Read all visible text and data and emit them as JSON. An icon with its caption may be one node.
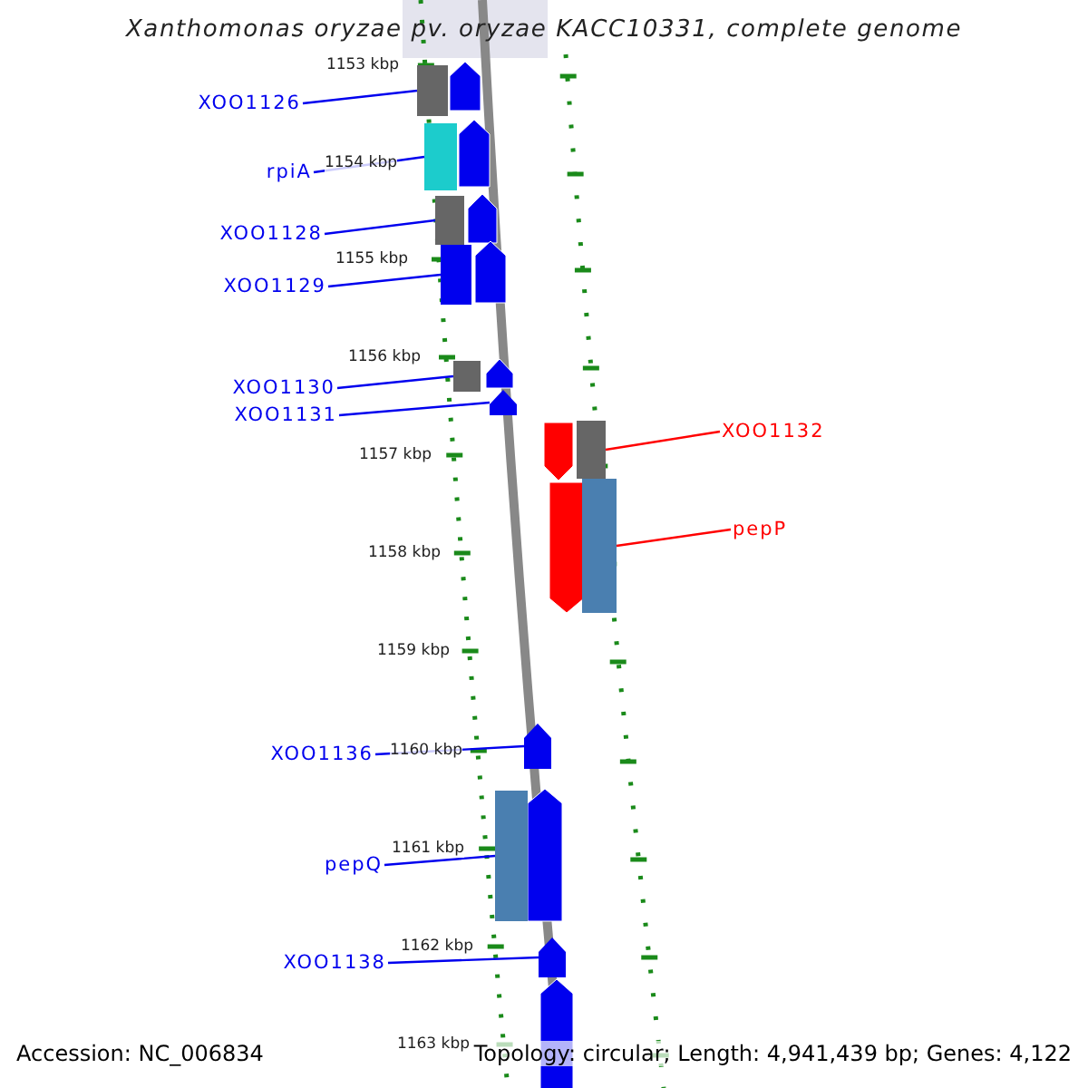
{
  "diagram": {
    "title": "Xanthomonas oryzae pv. oryzae KACC10331, complete genome",
    "nodes": [
      {
        "text": [
          "XOO1126"
        ]
      },
      {
        "text": [],
        "shape": "box"
      },
      {
        "text": [
          "rpiA"
        ]
      },
      {
        "text": [],
        "shape": "box"
      },
      {
        "text": [
          "XOO1128"
        ]
      },
      {
        "text": [],
        "shape": "box"
      },
      {
        "text": [
          "XOO1129"
        ]
      },
      {
        "text": [],
        "shape": "box"
      },
      {
        "text": [
          "XOO1130"
        ]
      },
      {
        "text": [],
        "shape": "box"
      },
      {
        "text": [
          "XOO1131"
        ]
      },
      {
        "text": [],
        "shape": "arrow"
      },
      {
        "text": [
          "XOO1132"
        ]
      },
      {
        "text": [],
        "shape": "box"
      },
      {
        "text": [
          "pepP"
        ]
      },
      {
        "text": [],
        "shape": "box"
      },
      {
        "text": [
          "XOO1136"
        ]
      },
      {
        "text": [],
        "shape": "arrow"
      },
      {
        "text": [
          "pepQ"
        ]
      },
      {
        "text": [],
        "shape": "box"
      },
      {
        "text": [
          "XOO1138"
        ]
      },
      {
        "text": [],
        "shape": "arrow"
      }
    ],
    "edges": [
      {
        "from": 0,
        "to": 1,
        "arrow": "none"
      },
      {
        "from": 2,
        "to": 3,
        "arrow": "none"
      },
      {
        "from": 4,
        "to": 5,
        "arrow": "none"
      },
      {
        "from": 6,
        "to": 7,
        "arrow": "none"
      },
      {
        "from": 8,
        "to": 9,
        "arrow": "none"
      },
      {
        "from": 10,
        "to": 11,
        "arrow": "none"
      },
      {
        "from": 12,
        "to": 13,
        "arrow": "none",
        "color": "#ff0000"
      },
      {
        "from": 14,
        "to": 15,
        "arrow": "none",
        "color": "#ff0000"
      },
      {
        "from": 16,
        "to": 17,
        "arrow": "none"
      },
      {
        "from": 18,
        "to": 19,
        "arrow": "none"
      },
      {
        "from": 20,
        "to": 21,
        "arrow": "none"
      }
    ],
    "labels": [
      "1153 kbp",
      "1154 kbp",
      "1155 kbp",
      "1156 kbp",
      "1157 kbp",
      "1158 kbp",
      "1159 kbp",
      "1160 kbp",
      "1161 kbp",
      "1162 kbp",
      "1163 kbp",
      "Accession: NC_006834",
      "Topology: circular; Length: 4,941,439 bp; Genes: 4,122"
    ]
  }
}
